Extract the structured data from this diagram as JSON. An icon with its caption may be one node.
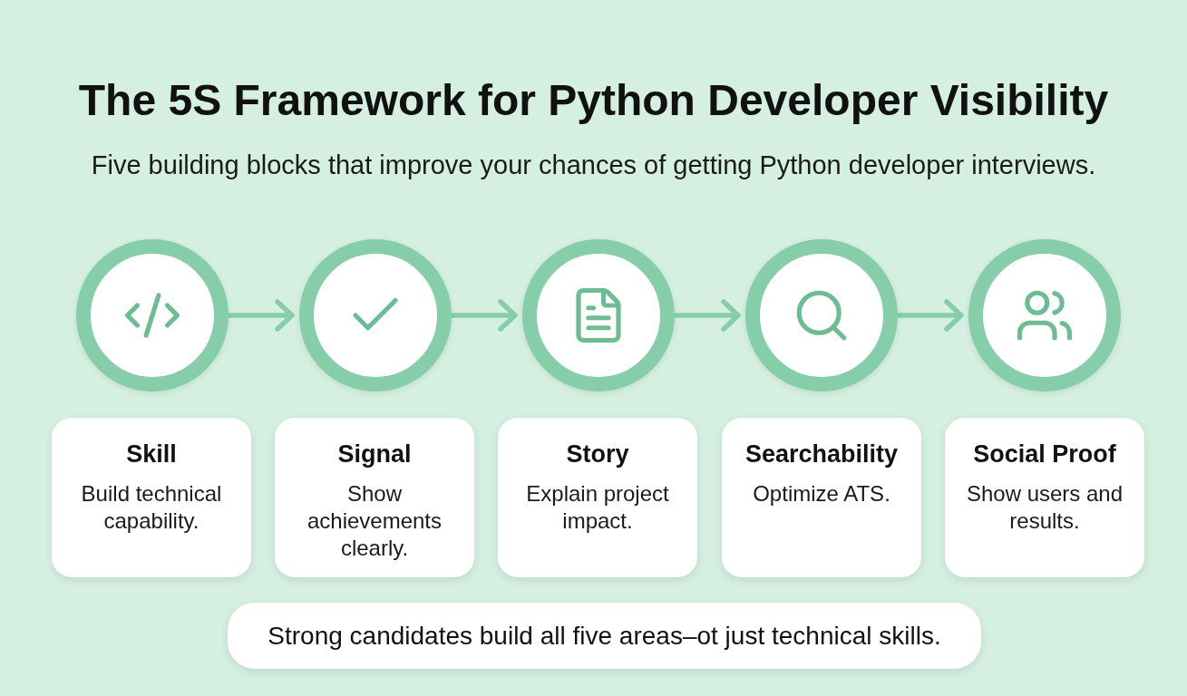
{
  "diagram": {
    "title": "The 5S Framework for Python Developer Visibility",
    "nodes": [
      {
        "text": [],
        "shape": "circle"
      },
      {
        "text": [],
        "shape": "circle"
      },
      {
        "text": [],
        "shape": "circle"
      },
      {
        "text": [],
        "shape": "circle"
      },
      {
        "text": [],
        "shape": "circle"
      },
      {
        "text": [
          "Skill",
          "Build technical capability."
        ]
      },
      {
        "text": [
          "Signal",
          "Show achievements clearly."
        ]
      },
      {
        "text": [
          "Story",
          "Explain project impact."
        ]
      },
      {
        "text": [
          "Searchability",
          "Optimize ATS."
        ]
      },
      {
        "text": [
          "Social Proof",
          "Show users and results."
        ]
      },
      {
        "text": [
          "Strong candidates build all five areas–ot just technical skills."
        ]
      }
    ],
    "edges": [
      {
        "from": 0,
        "to": 1,
        "arrow": "to"
      },
      {
        "from": 1,
        "to": 2,
        "arrow": "to"
      },
      {
        "from": 2,
        "to": 3,
        "arrow": "to"
      },
      {
        "from": 3,
        "to": 4,
        "arrow": "to"
      }
    ],
    "labels": [
      "Five building blocks that improve your chances of getting Python developer interviews."
    ]
  }
}
